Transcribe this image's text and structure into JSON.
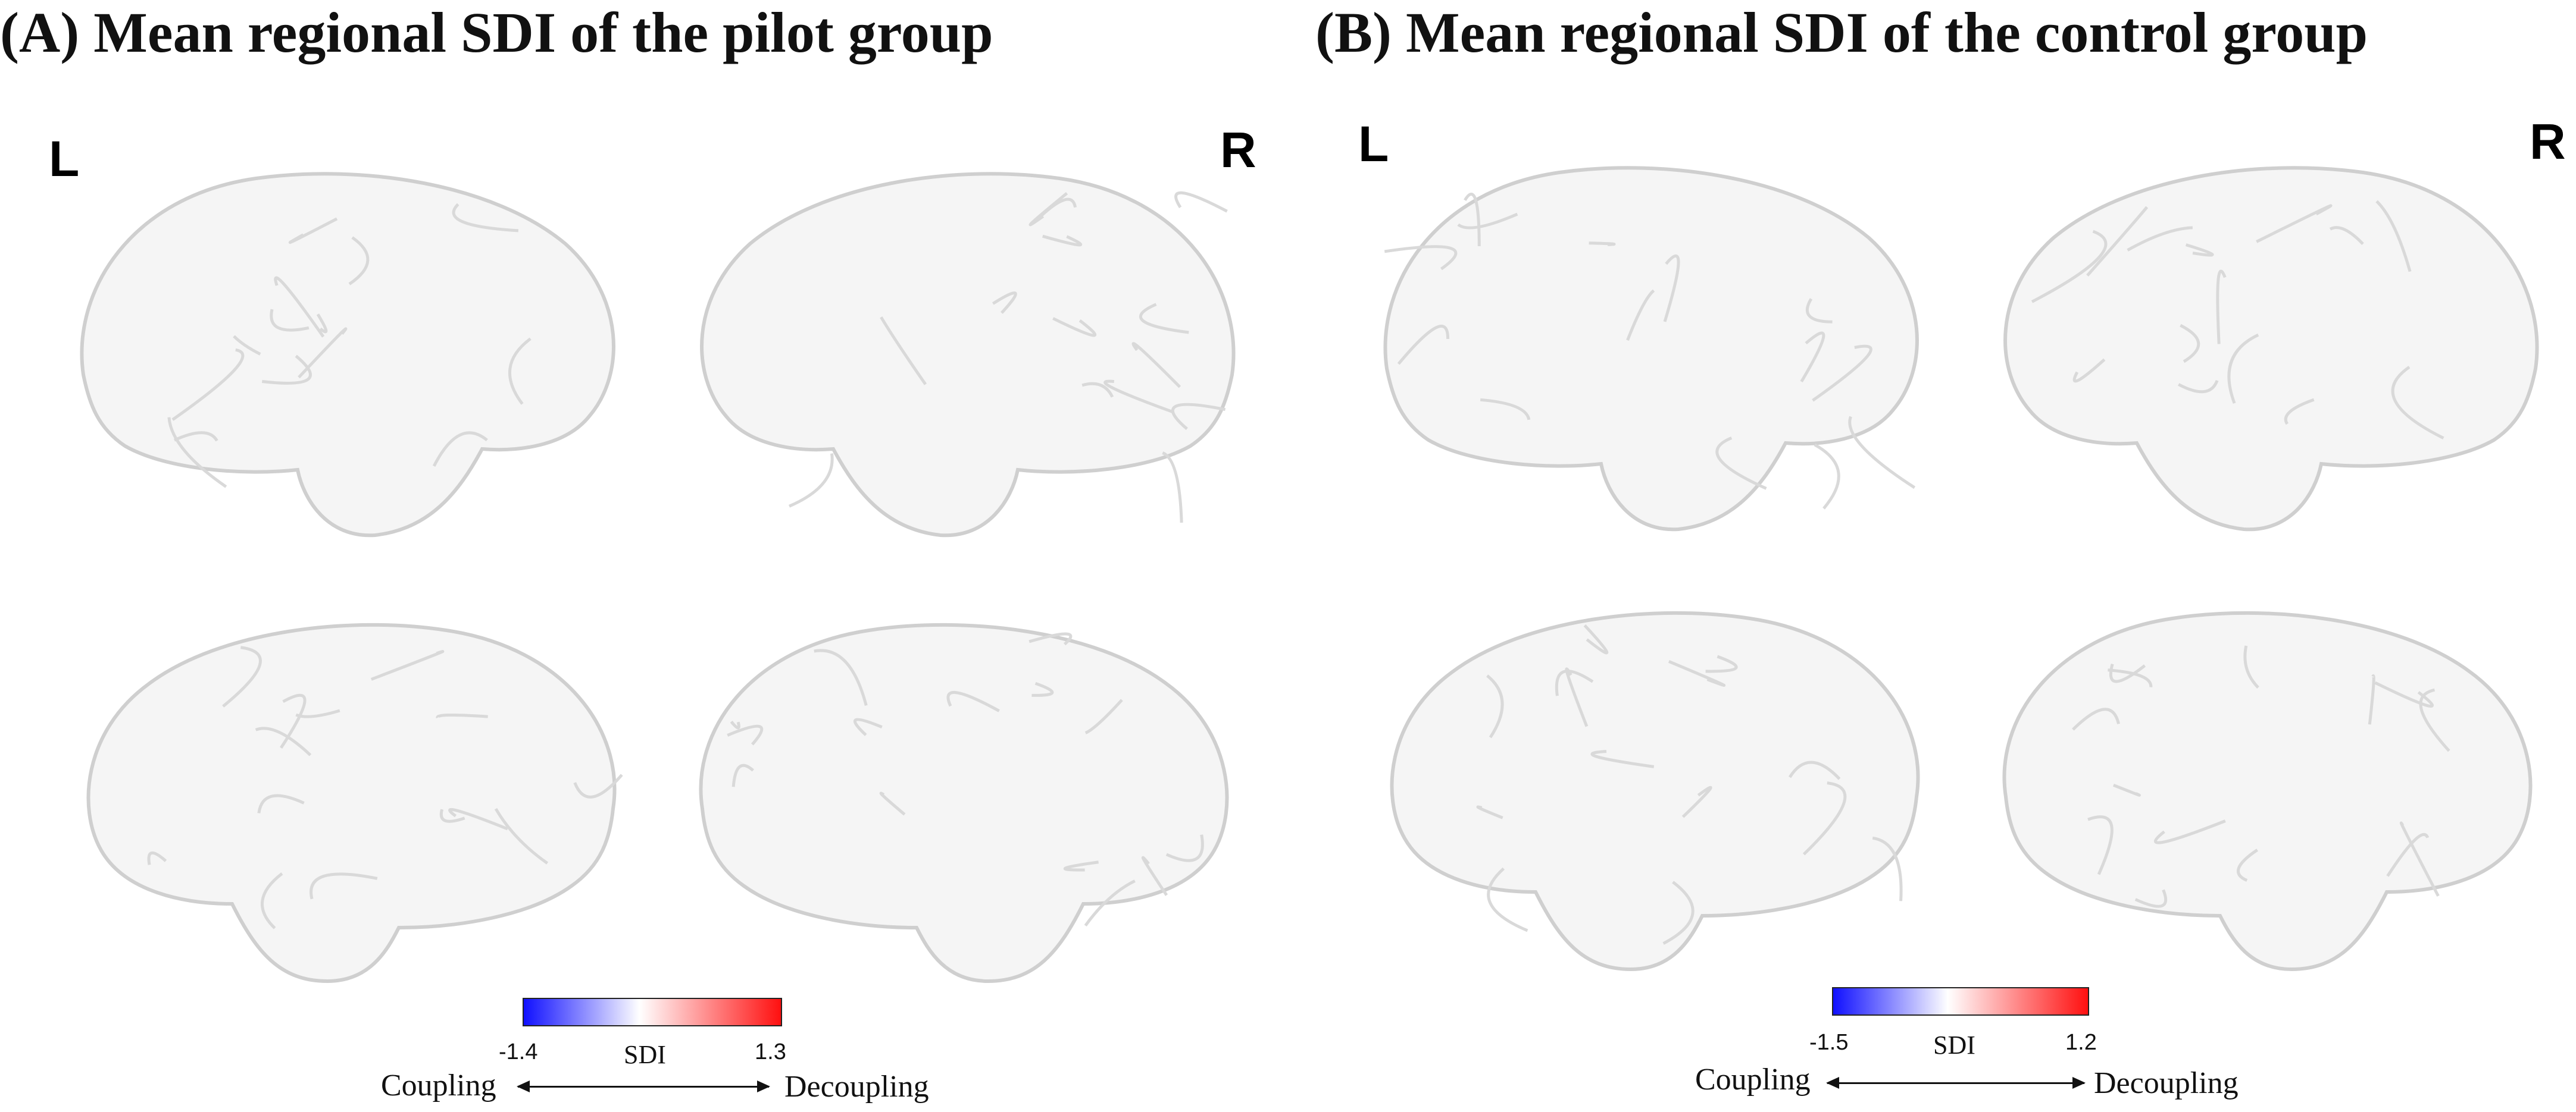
{
  "panels": [
    {
      "title": "(A) Mean regional SDI of the pilot group",
      "left_label": "L",
      "right_label": "R",
      "colorbar": {
        "min_label": "-1.4",
        "center_label": "SDI",
        "max_label": "1.3",
        "min_color": "#1010ff",
        "mid_color": "#ffffff",
        "max_color": "#ff1010"
      },
      "axis": {
        "left": "Coupling",
        "right": "Decoupling"
      },
      "views": [
        "lateral-left",
        "lateral-right",
        "medial-left",
        "medial-right"
      ]
    },
    {
      "title": "(B) Mean regional SDI of the control group",
      "left_label": "L",
      "right_label": "R",
      "colorbar": {
        "min_label": "-1.5",
        "center_label": "SDI",
        "max_label": "1.2",
        "min_color": "#1010ff",
        "mid_color": "#ffffff",
        "max_color": "#ff1010"
      },
      "axis": {
        "left": "Coupling",
        "right": "Decoupling"
      },
      "views": [
        "lateral-left",
        "lateral-right",
        "medial-left",
        "medial-right"
      ]
    }
  ],
  "colors": {
    "coupling": "#3a3aff",
    "decoupling": "#e8282a",
    "brain_outline": "#d6d6d6"
  }
}
